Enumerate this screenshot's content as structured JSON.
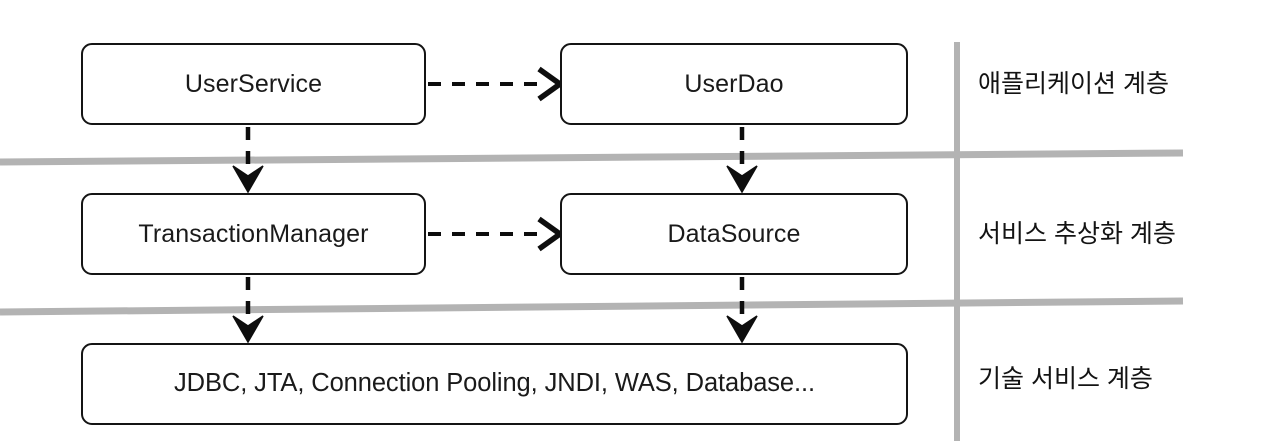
{
  "diagram": {
    "title": "Spring layered architecture diagram",
    "colors": {
      "box_border": "#141414",
      "box_fill": "#ffffff",
      "arrow": "#0d0d0d",
      "divider": "#b3b3b3",
      "text": "#131313",
      "background": "#ffffff"
    },
    "nodes": [
      {
        "id": "user-service",
        "label": "UserService"
      },
      {
        "id": "user-dao",
        "label": "UserDao"
      },
      {
        "id": "tx-manager",
        "label": "TransactionManager"
      },
      {
        "id": "data-source",
        "label": "DataSource"
      },
      {
        "id": "tech-services",
        "label": "JDBC, JTA, Connection Pooling, JNDI, WAS, Database..."
      }
    ],
    "layers": [
      {
        "id": "application",
        "label": "애플리케이션 계층"
      },
      {
        "id": "abstraction",
        "label": "서비스 추상화 계층"
      },
      {
        "id": "technical",
        "label": "기술 서비스 계층"
      }
    ],
    "edges": [
      {
        "id": "user-service-to-user-dao",
        "from": "UserService",
        "to": "UserDao",
        "style": "dashed",
        "direction": "right"
      },
      {
        "id": "tx-manager-to-data-source",
        "from": "TransactionManager",
        "to": "DataSource",
        "style": "dashed",
        "direction": "right"
      },
      {
        "id": "user-service-to-tx-manager",
        "from": "UserService",
        "to": "TransactionManager",
        "style": "dashed",
        "direction": "down"
      },
      {
        "id": "user-dao-to-data-source",
        "from": "UserDao",
        "to": "DataSource",
        "style": "dashed",
        "direction": "down"
      },
      {
        "id": "tx-manager-to-tech-services",
        "from": "TransactionManager",
        "to": "JDBC, JTA, Connection Pooling, JNDI, WAS, Database...",
        "style": "dashed",
        "direction": "down"
      },
      {
        "id": "data-source-to-tech-services",
        "from": "DataSource",
        "to": "JDBC, JTA, Connection Pooling, JNDI, WAS, Database...",
        "style": "dashed",
        "direction": "down"
      }
    ],
    "dividers": [
      {
        "id": "divider-application-abstraction",
        "orientation": "horizontal"
      },
      {
        "id": "divider-abstraction-technical",
        "orientation": "horizontal"
      },
      {
        "id": "divider-layer-captions",
        "orientation": "vertical"
      }
    ]
  }
}
